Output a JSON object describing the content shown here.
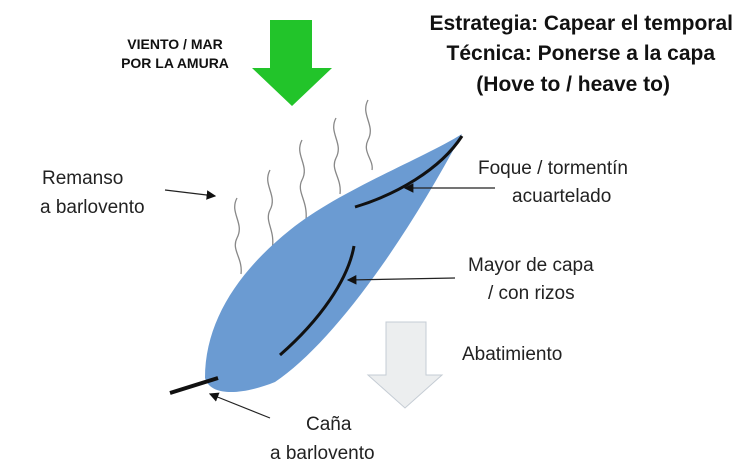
{
  "title": {
    "line1": "Estrategia: Capear el temporal",
    "line2": "Técnica: Ponerse a la capa",
    "line3": "(Hove to / heave to)"
  },
  "wind": {
    "line1": "VIENTO / MAR",
    "line2": "POR LA AMURA"
  },
  "labels": {
    "remanso_1": "Remanso",
    "remanso_2": "a barlovento",
    "foque_1": "Foque / tormentín",
    "foque_2": "acuartelado",
    "mayor_1": "Mayor de capa",
    "mayor_2": "/ con rizos",
    "abatimiento": "Abatimiento",
    "cana_1": "Caña",
    "cana_2": "a barlovento"
  },
  "colors": {
    "hull": "#6b9bd2",
    "wind_arrow": "#22c42a",
    "drift_arrow": "#eceeef"
  }
}
